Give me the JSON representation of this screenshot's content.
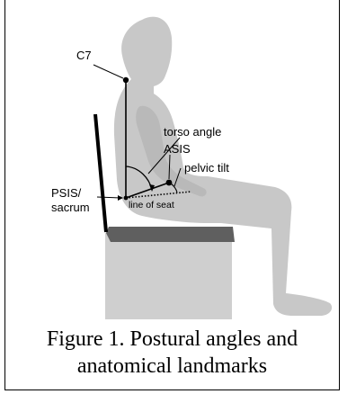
{
  "figure": {
    "labels": {
      "c7": "C7",
      "torso_angle": "torso angle",
      "asis": "ASIS",
      "pelvic_tilt": "pelvic tilt",
      "psis_line1": "PSIS/",
      "psis_line2": "sacrum",
      "line_of_seat": "line of seat"
    },
    "caption_line1": "Figure 1. Postural angles and",
    "caption_line2": "anatomical landmarks"
  },
  "colors": {
    "body": "#c8c8c8",
    "seat_top": "#5f5f5f",
    "seat_box": "#cfcfcf",
    "ink": "#000000"
  }
}
